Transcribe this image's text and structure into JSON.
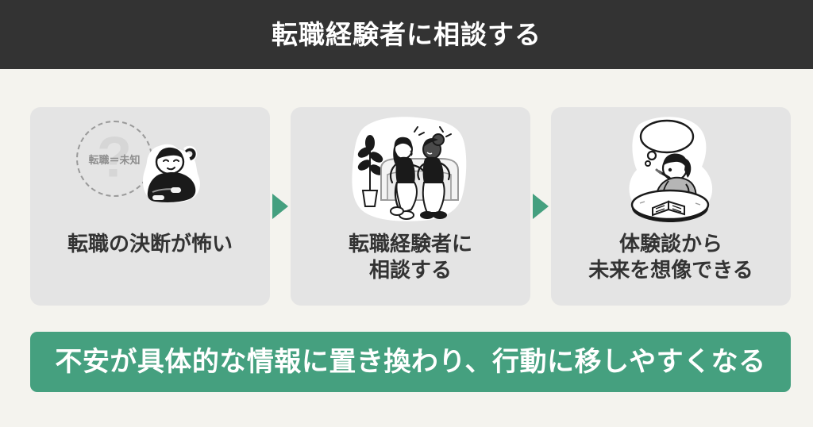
{
  "header": {
    "title": "転職経験者に相談する",
    "bg_color": "#333333",
    "text_color": "#ffffff"
  },
  "page": {
    "background_color": "#f4f3ee",
    "card_background_color": "#e4e4e4",
    "accent_color": "#45a07f"
  },
  "steps": [
    {
      "id": "step-1",
      "label_lines": [
        "転職の決断が怖い"
      ],
      "art_name": "worried-person-with-question-circle",
      "circle_text": "転職＝未知",
      "question_mark": "?"
    },
    {
      "id": "step-2",
      "label_lines": [
        "転職経験者に",
        "相談する"
      ],
      "art_name": "two-people-talking-on-sofa"
    },
    {
      "id": "step-3",
      "label_lines": [
        "体験談から",
        "未来を想像できる"
      ],
      "art_name": "person-reading-with-thought-bubble"
    }
  ],
  "arrows": {
    "glyph_name": "arrow-right-triangle",
    "color": "#45a07f",
    "count": 2
  },
  "result": {
    "text": "不安が具体的な情報に置き換わり、行動に移しやすくなる",
    "bg_color": "#45a07f",
    "text_color": "#ffffff"
  }
}
